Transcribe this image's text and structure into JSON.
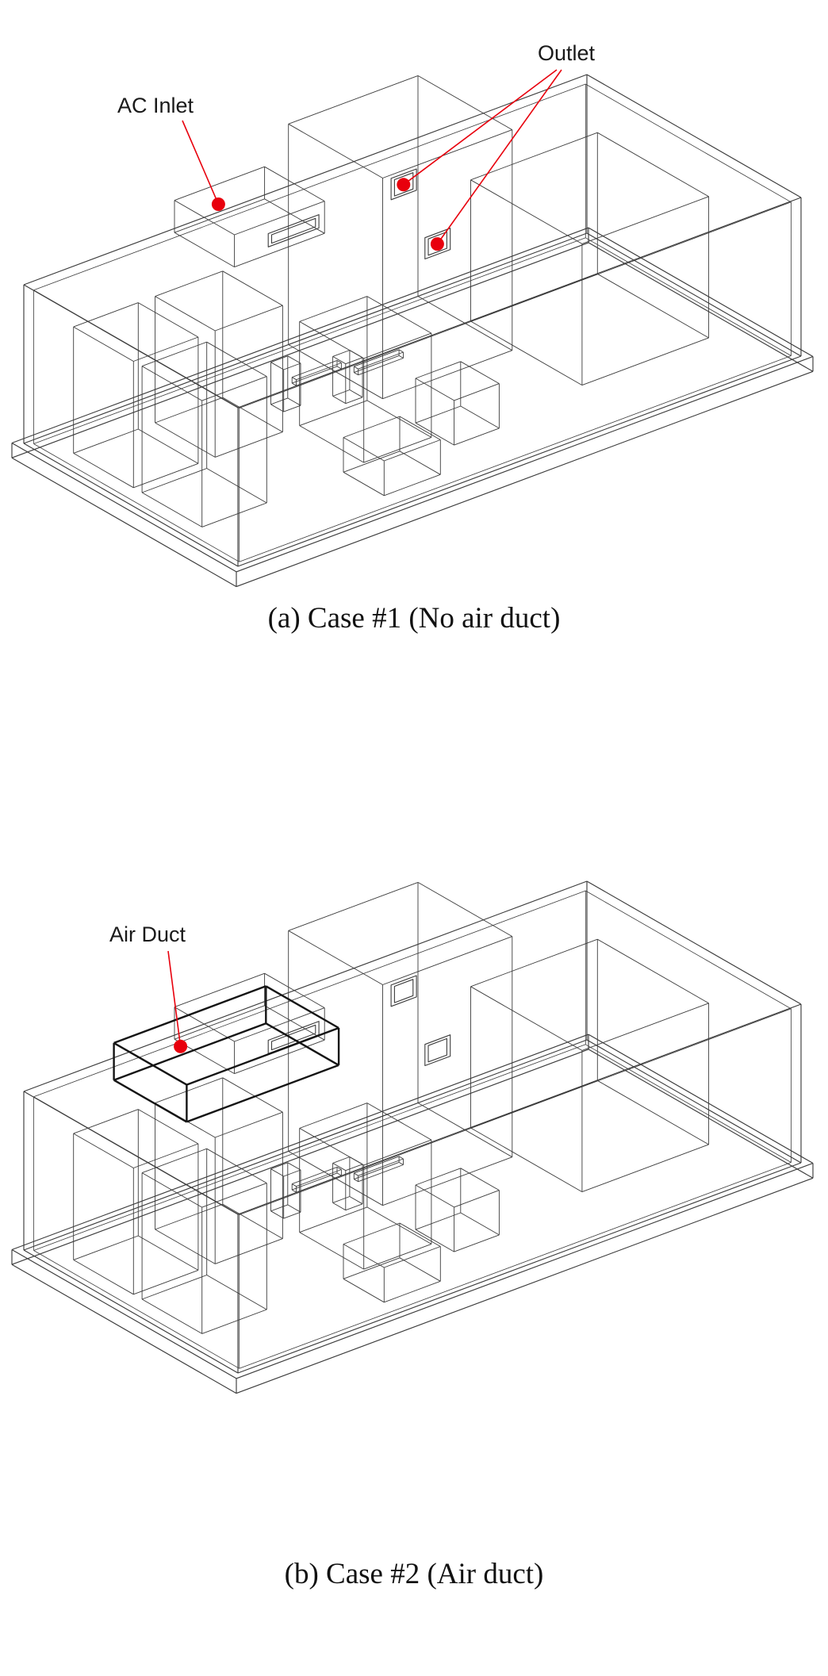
{
  "page": {
    "background": "#ffffff"
  },
  "figure_a": {
    "caption": "(a)  Case #1 (No air duct)",
    "labels": {
      "ac_inlet": "AC Inlet",
      "outlet": "Outlet"
    },
    "annotations": [
      {
        "name": "ac-inlet-marker",
        "shape": "filled-circle",
        "color": "#e8000d"
      },
      {
        "name": "outlet-marker-upper",
        "shape": "filled-circle",
        "color": "#e8000d"
      },
      {
        "name": "outlet-marker-lower",
        "shape": "filled-circle",
        "color": "#e8000d"
      }
    ]
  },
  "figure_b": {
    "caption": "(b) Case #2 (Air duct)",
    "labels": {
      "air_duct": "Air Duct"
    },
    "annotations": [
      {
        "name": "air-duct-marker",
        "shape": "filled-circle",
        "color": "#e8000d"
      }
    ]
  },
  "style": {
    "wireframe_color": "#3c3c3c",
    "duct_line_color": "#141414",
    "annotation_color": "#e8000d",
    "text_color": "#1a1a1a"
  }
}
